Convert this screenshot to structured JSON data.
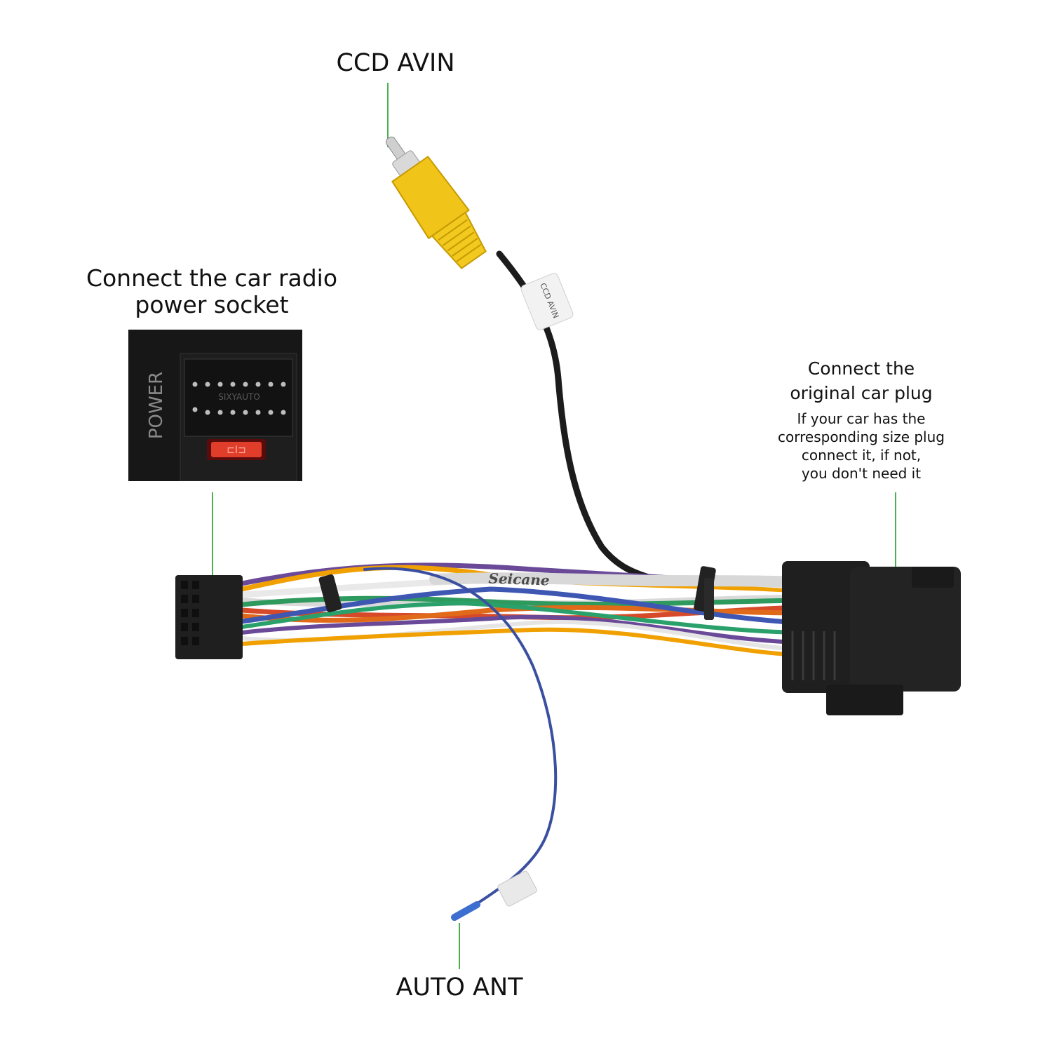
{
  "labels": {
    "ccd_avin": "CCD AVIN",
    "power_socket_line1": "Connect the car radio",
    "power_socket_line2": "power socket",
    "original_plug_line1": "Connect the",
    "original_plug_line2": "original car plug",
    "original_plug_note1": "If your car has the",
    "original_plug_note2": "corresponding size plug",
    "original_plug_note3": "connect it, if not,",
    "original_plug_note4": "you don't need it",
    "auto_ant": "AUTO ANT"
  },
  "inset_photo": {
    "power_marking": "POWER",
    "brand_marking": "SIXYAUTO"
  },
  "cable_marking": "Seicane",
  "rca_tag": "CCD AVIN",
  "colors": {
    "leader_line": "#4caf50",
    "rca_plug": "#f0c419",
    "antenna_wire": "#3a4fa0",
    "connector_body": "#1f1f1f"
  }
}
